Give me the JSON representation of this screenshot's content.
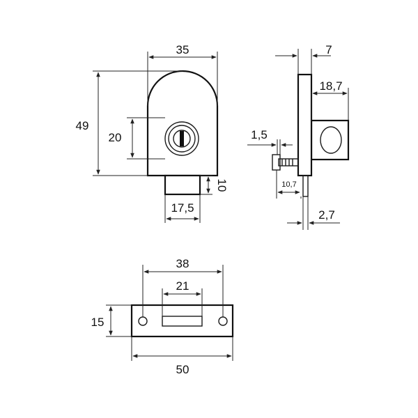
{
  "dimensions": {
    "front_width": "35",
    "front_height": "49",
    "cylinder_height": "20",
    "stem_height": "10",
    "stem_width": "17,5",
    "side_top": "7",
    "side_depth": "18,7",
    "side_glass_gap": "1,5",
    "side_bottom": "10,7",
    "side_plate": "2,7",
    "strike_holes": "38",
    "strike_slot": "21",
    "strike_height": "15",
    "strike_width": "50"
  },
  "colors": {
    "line": "#1a1a1a",
    "background": "#ffffff"
  }
}
